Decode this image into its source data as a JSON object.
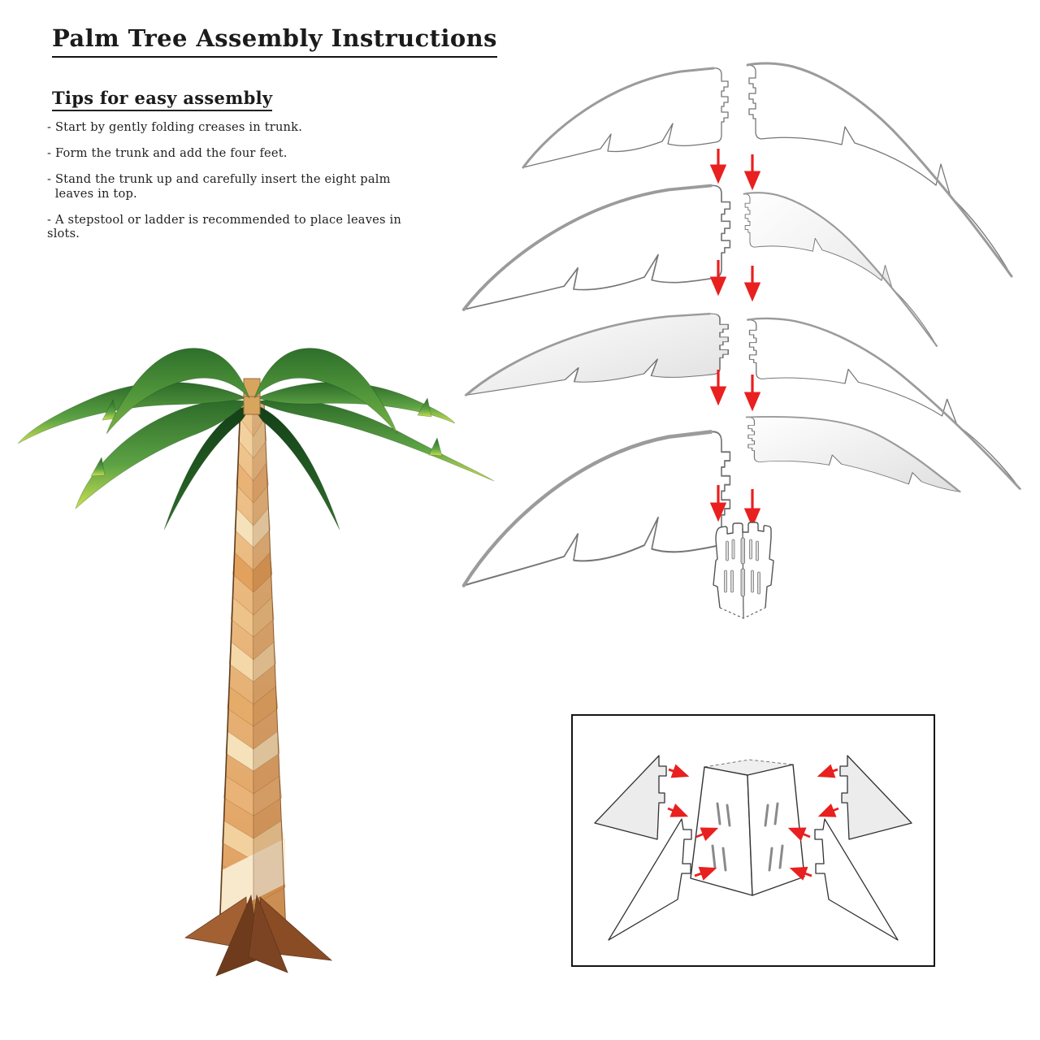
{
  "page": {
    "title": "Palm Tree Assembly Instructions"
  },
  "tips": {
    "heading": "Tips for easy assembly",
    "items": [
      "- Start by gently folding creases in trunk.",
      "- Form the trunk and add the four feet.",
      "- Stand the trunk up and carefully insert the eight palm\n  leaves in top.",
      "- A stepstool or ladder is recommended to place leaves in slots."
    ]
  },
  "colors": {
    "ink": "#1b1b1b",
    "arrow_red": "#e8201f",
    "outline_gray": "#767676",
    "outline_accent_gray": "#9b9b9b",
    "leaf_green_dark": "#133f17",
    "leaf_green_mid": "#51973b",
    "leaf_green_light": "#79b244",
    "leaf_edge_yellow": "#cadf52",
    "trunk_tan_light": "#f6e2ba",
    "trunk_tan": "#e9b377",
    "trunk_orange": "#e2a15c",
    "trunk_cream": "#f9ecd2",
    "foot_brown_dark": "#6e3c1c",
    "foot_brown_mid": "#9a5a2c"
  }
}
